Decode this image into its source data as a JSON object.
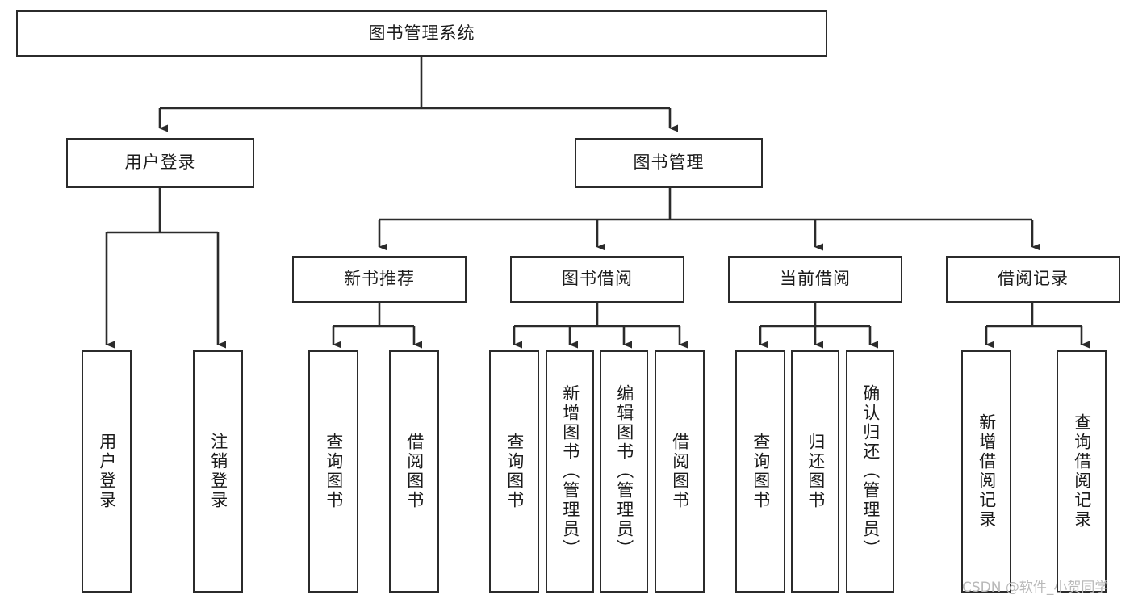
{
  "diagram": {
    "type": "tree-hierarchy",
    "title": "图书管理系统",
    "orientation": "top-down",
    "line_color": "#2b2b2b",
    "box_fill": "#ffffff",
    "text_color": "#1b1b1b",
    "watermark": "CSDN @软件_小贺同学"
  },
  "nodes": {
    "root": {
      "label": "图书管理系统",
      "level": 1,
      "orientation": "horizontal"
    },
    "l2": [
      {
        "id": "user-login",
        "label": "用户登录",
        "level": 2,
        "orientation": "horizontal"
      },
      {
        "id": "book-manage",
        "label": "图书管理",
        "level": 2,
        "orientation": "horizontal"
      }
    ],
    "l3": [
      {
        "id": "new-book-rec",
        "label": "新书推荐",
        "level": 3,
        "orientation": "horizontal",
        "parent": "book-manage"
      },
      {
        "id": "book-borrow",
        "label": "图书借阅",
        "level": 3,
        "orientation": "horizontal",
        "parent": "book-manage"
      },
      {
        "id": "current-borrow",
        "label": "当前借阅",
        "level": 3,
        "orientation": "horizontal",
        "parent": "book-manage"
      },
      {
        "id": "borrow-record",
        "label": "借阅记录",
        "level": 3,
        "orientation": "horizontal",
        "parent": "book-manage"
      }
    ],
    "leaves": [
      {
        "id": "leaf-user-login",
        "label": "用户登录",
        "parent": "user-login",
        "orientation": "vertical"
      },
      {
        "id": "leaf-user-logout",
        "label": "注销登录",
        "parent": "user-login",
        "orientation": "vertical"
      },
      {
        "id": "leaf-query-book-1",
        "label": "查询图书",
        "parent": "new-book-rec",
        "orientation": "vertical"
      },
      {
        "id": "leaf-borrow-book-1",
        "label": "借阅图书",
        "parent": "new-book-rec",
        "orientation": "vertical"
      },
      {
        "id": "leaf-query-book-2",
        "label": "查询图书",
        "parent": "book-borrow",
        "orientation": "vertical"
      },
      {
        "id": "leaf-add-book",
        "label": "新增图书（管理员）",
        "parent": "book-borrow",
        "orientation": "vertical"
      },
      {
        "id": "leaf-edit-book",
        "label": "编辑图书（管理员）",
        "parent": "book-borrow",
        "orientation": "vertical"
      },
      {
        "id": "leaf-borrow-book-2",
        "label": "借阅图书",
        "parent": "book-borrow",
        "orientation": "vertical"
      },
      {
        "id": "leaf-query-book-3",
        "label": "查询图书",
        "parent": "current-borrow",
        "orientation": "vertical"
      },
      {
        "id": "leaf-return-book",
        "label": "归还图书",
        "parent": "current-borrow",
        "orientation": "vertical"
      },
      {
        "id": "leaf-confirm-return",
        "label": "确认归还（管理员）",
        "parent": "current-borrow",
        "orientation": "vertical"
      },
      {
        "id": "leaf-add-record",
        "label": "新增借阅记录",
        "parent": "borrow-record",
        "orientation": "vertical"
      },
      {
        "id": "leaf-query-record",
        "label": "查询借阅记录",
        "parent": "borrow-record",
        "orientation": "vertical"
      }
    ]
  }
}
